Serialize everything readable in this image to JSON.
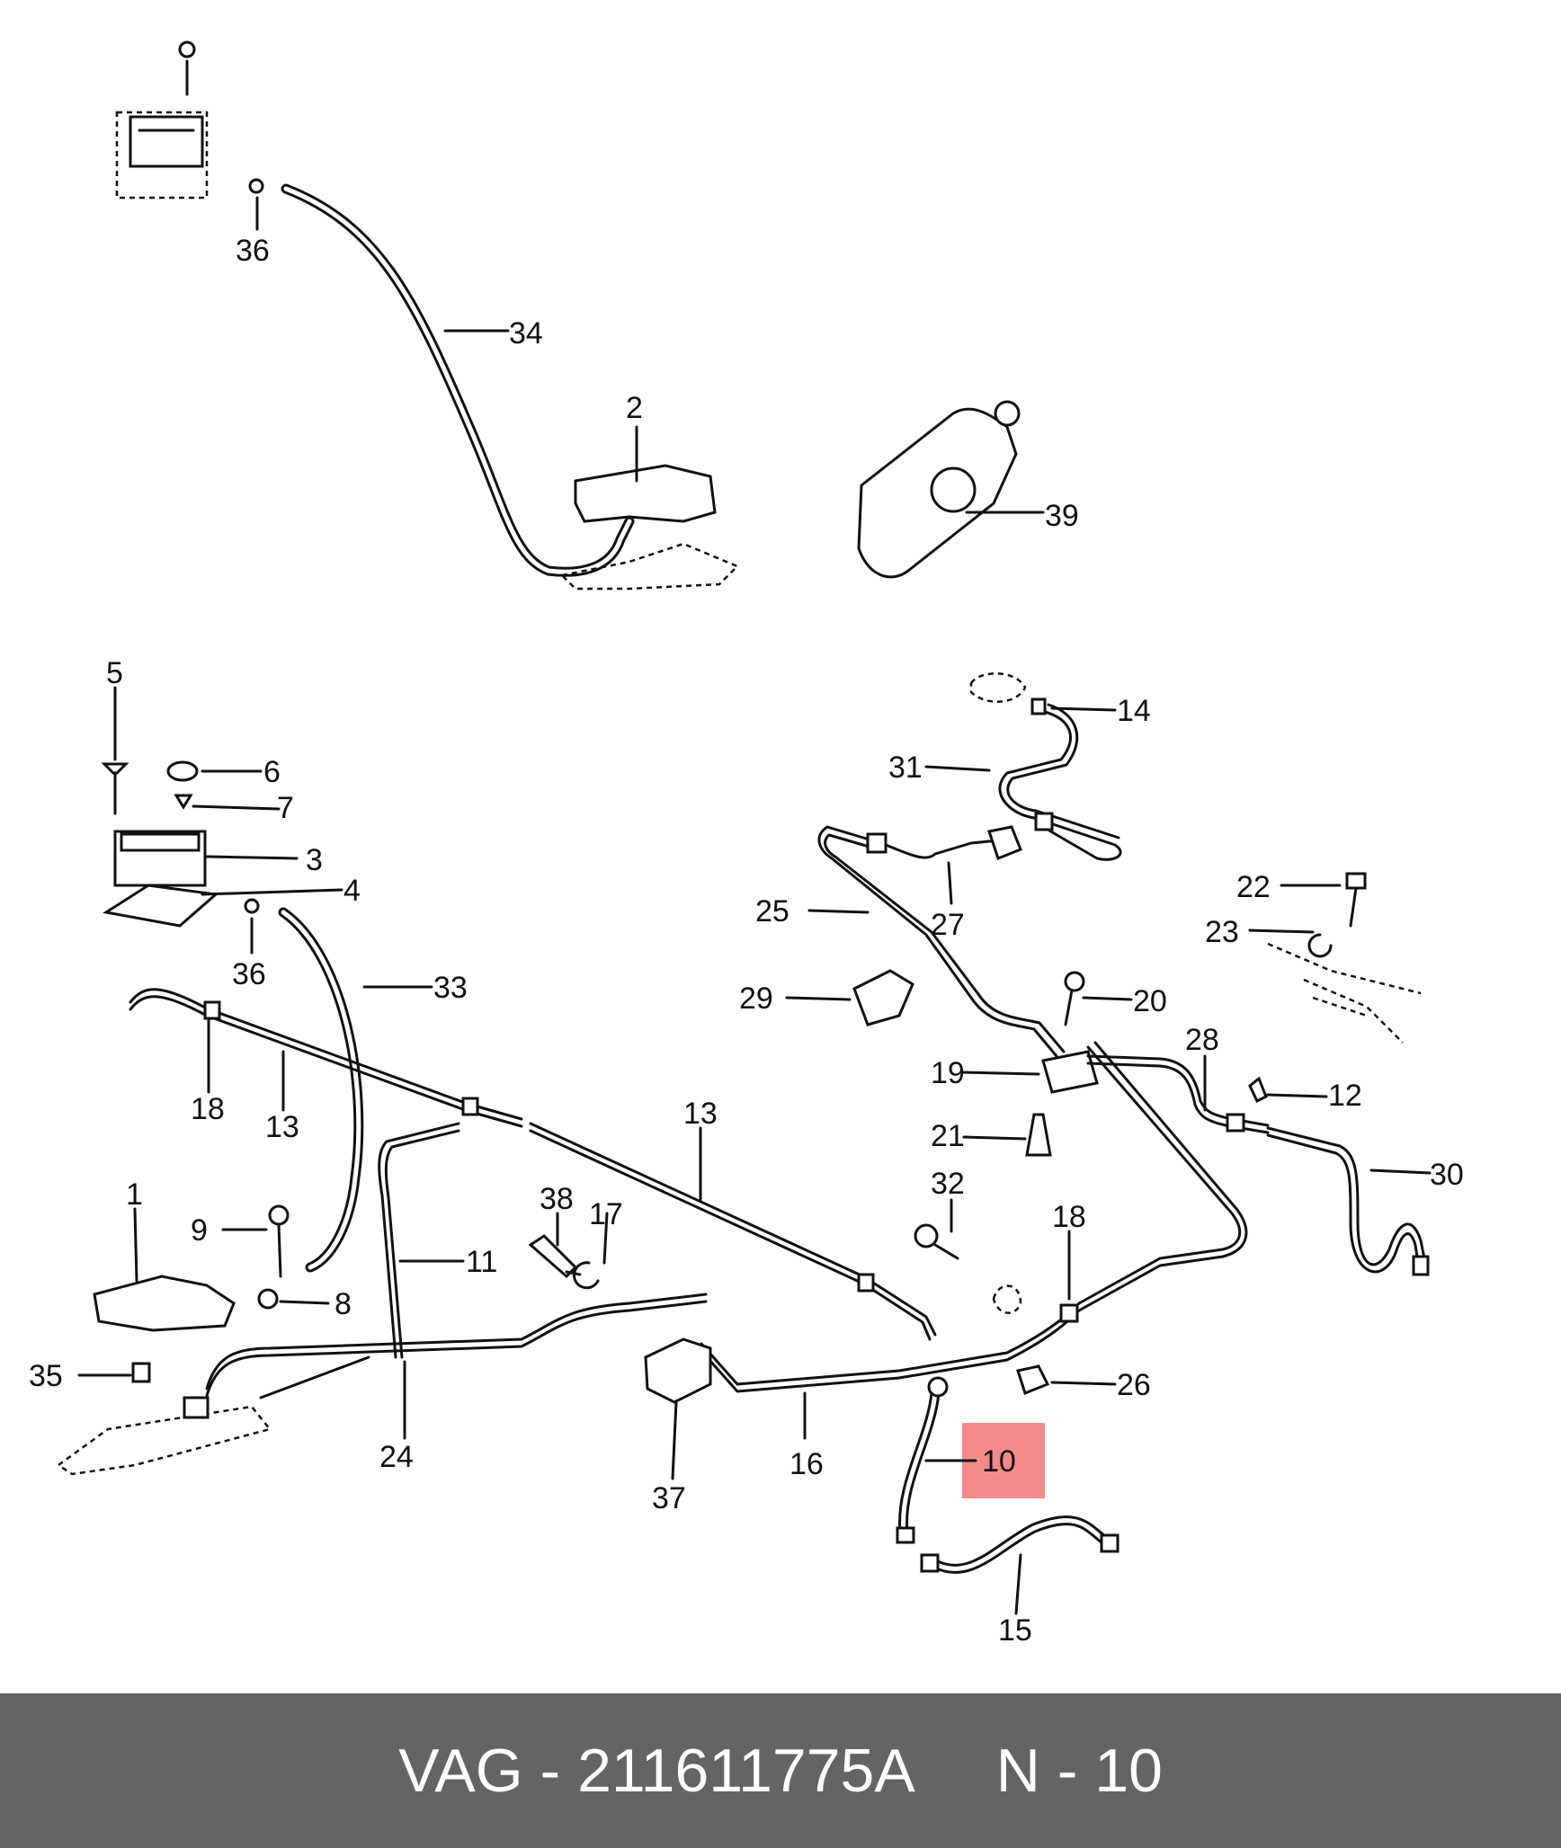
{
  "diagram": {
    "highlight_color": "#f48a8a",
    "labels": [
      "36",
      "34",
      "2",
      "39",
      "5",
      "6",
      "7",
      "3",
      "4",
      "36",
      "33",
      "18",
      "13",
      "13",
      "14",
      "31",
      "25",
      "27",
      "22",
      "23",
      "20",
      "29",
      "19",
      "28",
      "12",
      "21",
      "32",
      "30",
      "18",
      "38",
      "17",
      "11",
      "9",
      "8",
      "1",
      "35",
      "24",
      "37",
      "16",
      "26",
      "10",
      "15"
    ]
  },
  "footer": {
    "background": "#646464",
    "brand_part": "VAG - 211611775A",
    "position": "N - 10"
  }
}
